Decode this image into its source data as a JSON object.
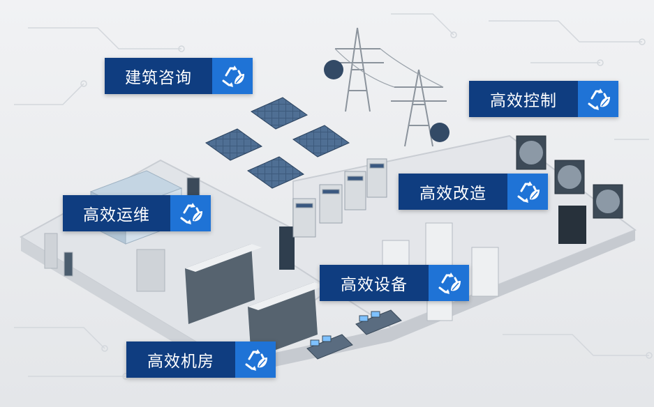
{
  "labels": [
    {
      "text": "建筑咨询",
      "icon": "recycle-leaf-icon"
    },
    {
      "text": "高效控制",
      "icon": "recycle-leaf-icon"
    },
    {
      "text": "高效改造",
      "icon": "recycle-leaf-icon"
    },
    {
      "text": "高效运维",
      "icon": "recycle-leaf-icon"
    },
    {
      "text": "高效设备",
      "icon": "recycle-leaf-icon"
    },
    {
      "text": "高效机房",
      "icon": "recycle-leaf-icon"
    }
  ],
  "colors": {
    "label_bg": "#0f3d80",
    "icon_bg": "#1f73d6",
    "background": "#eceef0",
    "floor": "#e3e5e8"
  }
}
